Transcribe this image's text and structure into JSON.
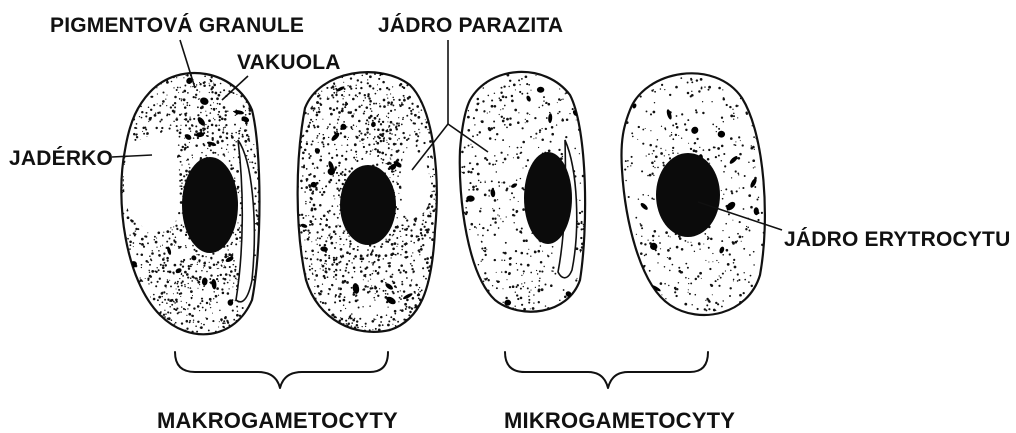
{
  "labels": {
    "pigment_granule": "PIGMENTOVÁ GRANULE",
    "vacuole": "VAKUOLA",
    "nucleolus": "JADÉRKO",
    "parasite_nucleus": "JÁDRO PARAZITA",
    "erythrocyte_nucleus": "JÁDRO ERYTROCYTU",
    "macrogametocytes": "MAKROGAMETOCYTY",
    "microgametocytes": "MIKROGAMETOCYTY"
  },
  "cells": [
    {
      "id": "macrogametocyte-1",
      "group": "macrogametocytes",
      "stipple": "dense"
    },
    {
      "id": "macrogametocyte-2",
      "group": "macrogametocytes",
      "stipple": "dense"
    },
    {
      "id": "microgametocyte-1",
      "group": "microgametocytes",
      "stipple": "sparse"
    },
    {
      "id": "microgametocyte-2",
      "group": "microgametocytes",
      "stipple": "sparse"
    }
  ],
  "colors": {
    "ink": "#111111",
    "background": "#ffffff"
  }
}
